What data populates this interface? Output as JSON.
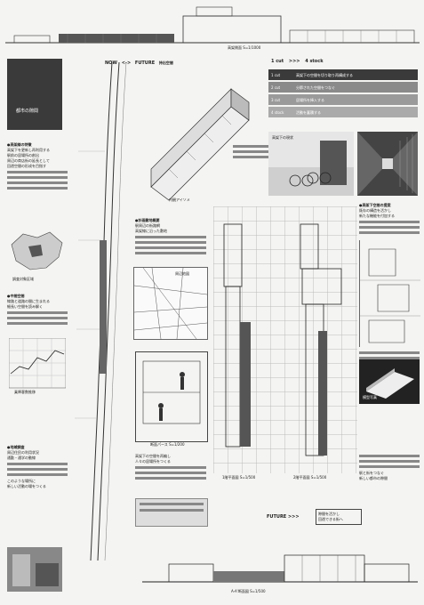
{
  "top_elevation": {
    "title": "高架側面",
    "scale": "S=1/1000"
  },
  "header": {
    "now": "NOW",
    "arrows": "<->",
    "future": "FUTURE",
    "sub": "持出空間",
    "cut": "1 cut",
    "cut_arrows": ">>>",
    "stock": "4 stock"
  },
  "left_panel": {
    "title_box": "都市の隙間",
    "sec1_title": "●高架線の特徴",
    "sec1_lines": [
      "高架下を更新し再利用する",
      "駅前の居場所の創出",
      "周辺の商店街の延長として",
      "回遊空間の形成を目指す"
    ],
    "map_caption": "調査対象区域",
    "sec2_title": "●中間空間",
    "sec2_lines": [
      "線路と道路の間に生まれる",
      "細長い空間を読み解く"
    ],
    "graph_caption": "乗降客数推移",
    "sec3_title": "●地域調査",
    "sec3_lines": [
      "周辺住民の利用状況",
      "通勤・通学の動線"
    ],
    "end_lines": [
      "このような場所に",
      "新しい活動の場をつくる"
    ]
  },
  "mid_panel": {
    "axon_caption": "内観アイソメ",
    "sec_title": "●計画敷地概要",
    "sec_lines": [
      "駅周辺の街路網",
      "高架線に沿った敷地"
    ],
    "map_caption": "周辺地図",
    "section_caption": "断面パース S=1/200",
    "body_lines": [
      "高架下の空間を再編し",
      "人々の居場所をつくる"
    ],
    "future_label": "FUTURE",
    "future_arrows": ">>>",
    "plan1_caption": "1階平面図 S=1/500",
    "plan2_caption": "2階平面図 S=1/500"
  },
  "right_panel": {
    "rows": [
      {
        "label": "1 cut",
        "text": "高架下の空間を切り取り再構成する"
      },
      {
        "label": "2 cut",
        "text": "分節された空間をつなぐ"
      },
      {
        "label": "3 cut",
        "text": "居場所を挿入する"
      },
      {
        "label": "4 stock",
        "text": "活動を蓄積する"
      }
    ],
    "photo_caption": "高架下の現状",
    "sec_title": "●高架下空間の提案",
    "sec_lines": [
      "既存の構造を活かし",
      "新たな機能を付加する"
    ],
    "model_caption": "模型写真",
    "closing_lines": [
      "駅と街をつなぐ",
      "新しい都市の隙間"
    ]
  },
  "bottom": {
    "section_title": "A-A'断面図",
    "scale": "S=1/500"
  },
  "future_box": {
    "lines": [
      "隙間を活かし",
      "回遊できる街へ"
    ]
  },
  "colors": {
    "dark": "#3a3a3a",
    "grid": "#bbbbbb",
    "paper": "#f4f4f2"
  }
}
